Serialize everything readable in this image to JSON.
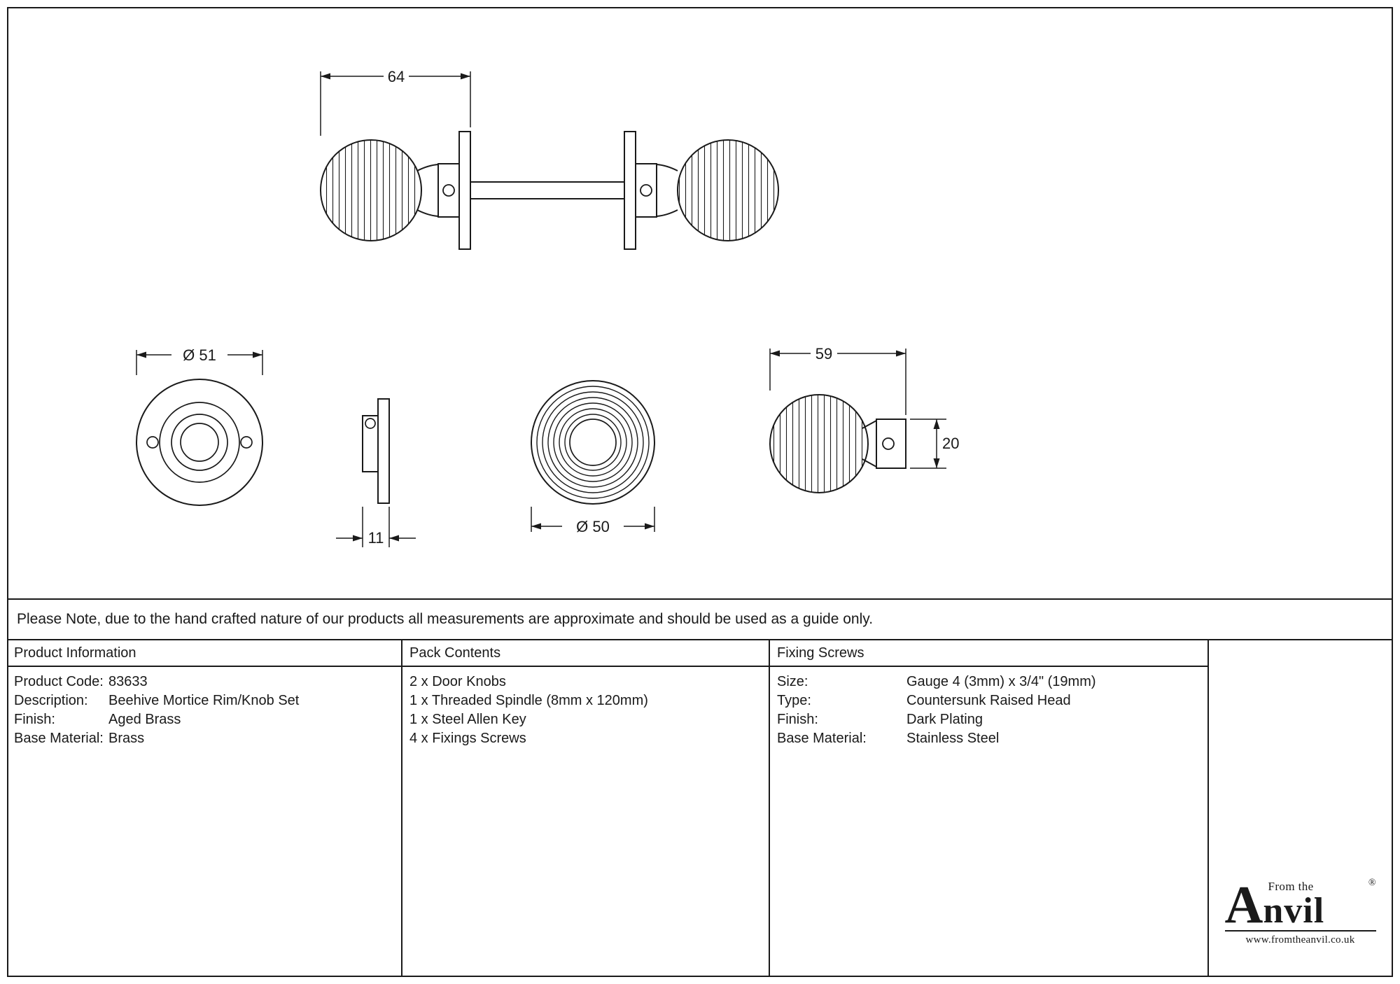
{
  "drawing": {
    "dimensions": {
      "assembly_width": "64",
      "rose_diameter": "Ø 51",
      "rose_depth": "11",
      "knob_diameter": "Ø 50",
      "knob_side_width": "59",
      "collar_height": "20"
    }
  },
  "note": {
    "text": "Please Note, due to the hand crafted nature of our products all measurements are approximate and should be used as a guide only."
  },
  "table": {
    "columns": [
      {
        "header": "Product Information",
        "rows": [
          {
            "label": "Product Code:",
            "value": "83633"
          },
          {
            "label": "Description:",
            "value": "Beehive Mortice Rim/Knob Set"
          },
          {
            "label": "Finish:",
            "value": "Aged Brass"
          },
          {
            "label": "Base Material:",
            "value": "Brass"
          }
        ]
      },
      {
        "header": "Pack Contents",
        "items": [
          "2 x Door Knobs",
          "1 x Threaded Spindle (8mm x 120mm)",
          "1 x Steel Allen Key",
          "4 x Fixings Screws"
        ]
      },
      {
        "header": "Fixing Screws",
        "rows": [
          {
            "label": "Size:",
            "value": "Gauge 4 (3mm) x 3/4\" (19mm)"
          },
          {
            "label": "Type:",
            "value": "Countersunk Raised Head"
          },
          {
            "label": "Finish:",
            "value": "Dark Plating"
          },
          {
            "label": "Base Material:",
            "value": "Stainless Steel"
          }
        ]
      }
    ]
  },
  "logo": {
    "tagline": "From the",
    "name_initial": "A",
    "name_rest": "nvil",
    "registered": "®",
    "url": "www.fromtheanvil.co.uk"
  },
  "colors": {
    "line": "#1a1a1a",
    "background": "#ffffff"
  }
}
